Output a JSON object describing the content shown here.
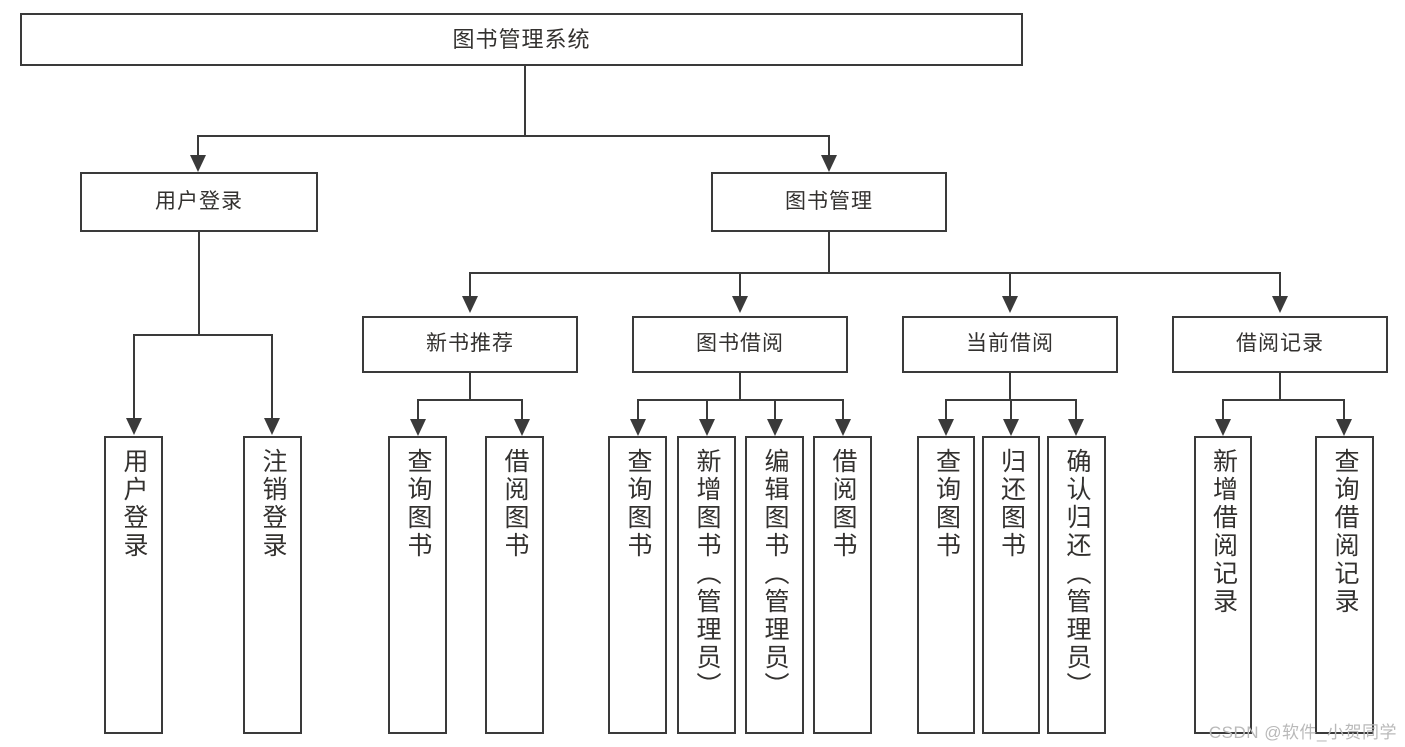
{
  "diagram": {
    "title": "图书管理系统",
    "type": "tree",
    "root": {
      "label": "图书管理系统"
    },
    "level1": [
      {
        "label": "用户登录"
      },
      {
        "label": "图书管理"
      }
    ],
    "level2": [
      {
        "label": "新书推荐"
      },
      {
        "label": "图书借阅"
      },
      {
        "label": "当前借阅"
      },
      {
        "label": "借阅记录"
      }
    ],
    "leaves": {
      "user_login": [
        {
          "label": "用户登录"
        },
        {
          "label": "注销登录"
        }
      ],
      "new_book_recommend": [
        {
          "label": "查询图书"
        },
        {
          "label": "借阅图书"
        }
      ],
      "book_borrow": [
        {
          "label": "查询图书"
        },
        {
          "label": "新增图书（管理员）"
        },
        {
          "label": "编辑图书（管理员）"
        },
        {
          "label": "借阅图书"
        }
      ],
      "current_borrow": [
        {
          "label": "查询图书"
        },
        {
          "label": "归还图书"
        },
        {
          "label": "确认归还（管理员）"
        }
      ],
      "borrow_record": [
        {
          "label": "新增借阅记录"
        },
        {
          "label": "查询借阅记录"
        }
      ]
    }
  },
  "watermark": {
    "text": "CSDN @软件_小贺同学"
  },
  "colors": {
    "stroke": "#3a3a3a",
    "text": "#33312f",
    "background": "#ffffff",
    "watermark": "#b9b9b9"
  }
}
